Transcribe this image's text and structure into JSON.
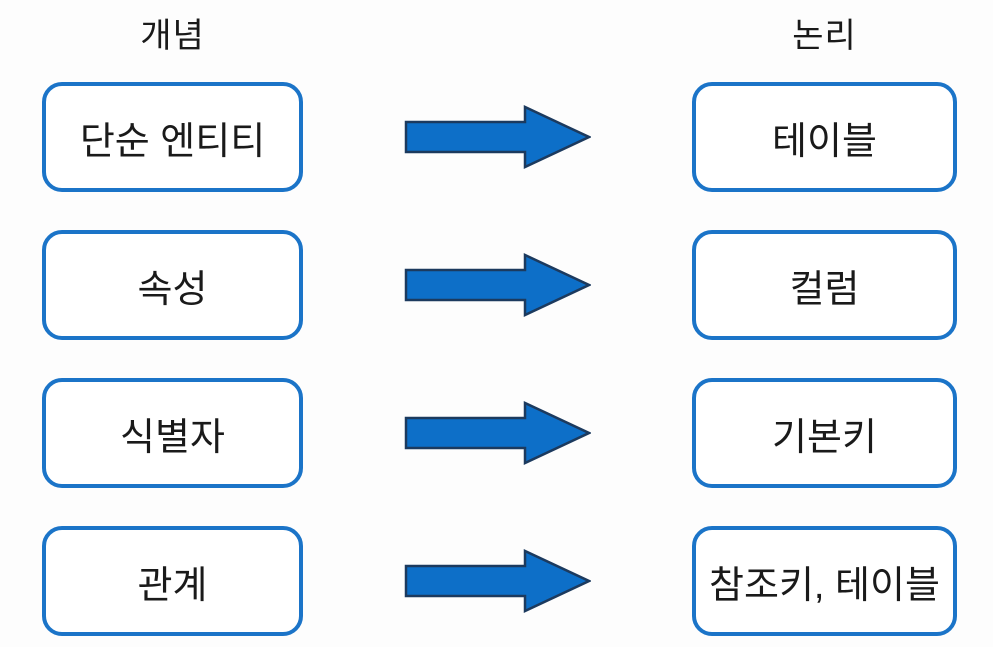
{
  "diagram": {
    "header_left": "개념",
    "header_right": "논리",
    "rows": [
      {
        "left": "단순 엔티티",
        "right": "테이블"
      },
      {
        "left": "속성",
        "right": "컬럼"
      },
      {
        "left": "식별자",
        "right": "기본키"
      },
      {
        "left": "관계",
        "right": "참조키, 테이블"
      }
    ],
    "arrow_icon": "right-arrow",
    "colors": {
      "box_border": "#1b74c8",
      "arrow_fill": "#0d6fc8",
      "arrow_outline": "#1c3a5e",
      "text": "#1a1a1a",
      "background": "#fdfdfd"
    }
  }
}
